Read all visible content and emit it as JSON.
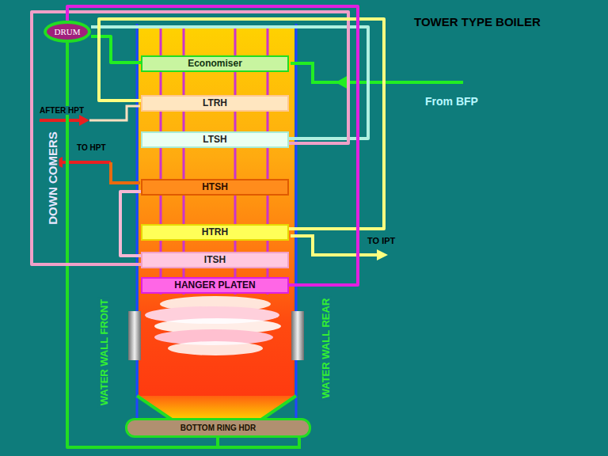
{
  "diagram": {
    "title": "TOWER TYPE BOILER",
    "nodes": [
      {
        "text": [
          "DRUM"
        ]
      },
      {
        "text": [
          "Economiser"
        ]
      },
      {
        "text": [
          "LTRH"
        ]
      },
      {
        "text": [
          "LTSH"
        ]
      },
      {
        "text": [
          "HTSH"
        ]
      },
      {
        "text": [
          "HTRH"
        ]
      },
      {
        "text": [
          "ITSH"
        ]
      },
      {
        "text": [
          "HANGER PLATEN"
        ]
      },
      {
        "text": [
          "BOTTOM RING HDR"
        ]
      }
    ],
    "edges": [
      {
        "from": 1,
        "to": 0,
        "arrow": "none"
      },
      {
        "from": 0,
        "to": 8,
        "arrow": "none"
      },
      {
        "from": 0,
        "to": 3,
        "arrow": "none"
      },
      {
        "from": 3,
        "to": 6,
        "arrow": "none"
      },
      {
        "from": 6,
        "to": 4,
        "arrow": "none"
      },
      {
        "from": 2,
        "to": 5,
        "arrow": "none"
      },
      {
        "from": 0,
        "to": 7,
        "arrow": "none"
      }
    ],
    "labels": [
      "From BFP",
      "AFTER HPT",
      "TO HPT",
      "DOWN COMERS",
      "TO IPT",
      "WATER WALL FRONT",
      "WATER WALL REAR"
    ]
  }
}
